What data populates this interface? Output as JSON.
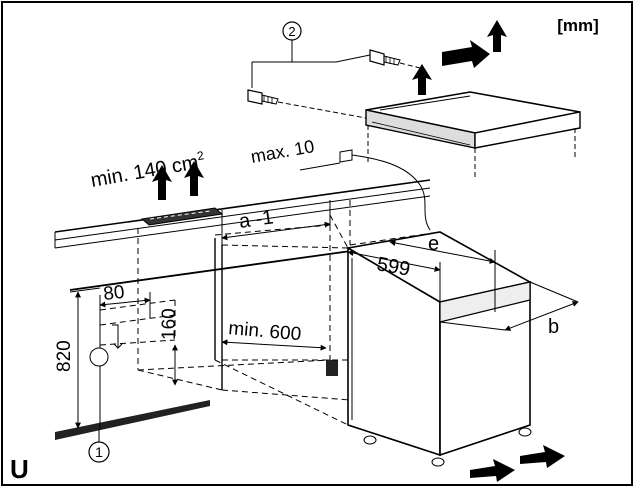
{
  "units_label": "[mm]",
  "corner_letter": "U",
  "callouts": {
    "screws": "2",
    "floor_strip": "1"
  },
  "dimensions": {
    "vent_area": "min. 140 cm",
    "vent_area_sup": "2",
    "max_gap": "max. 10",
    "niche_width": "a -1",
    "appliance_width": "599",
    "depth_e": "e",
    "depth_b": "b",
    "min_depth": "min. 600",
    "height": "820",
    "offset_80": "80",
    "offset_160": "160"
  },
  "colors": {
    "stroke": "#000000",
    "frame": "#000000",
    "background": "#ffffff"
  }
}
